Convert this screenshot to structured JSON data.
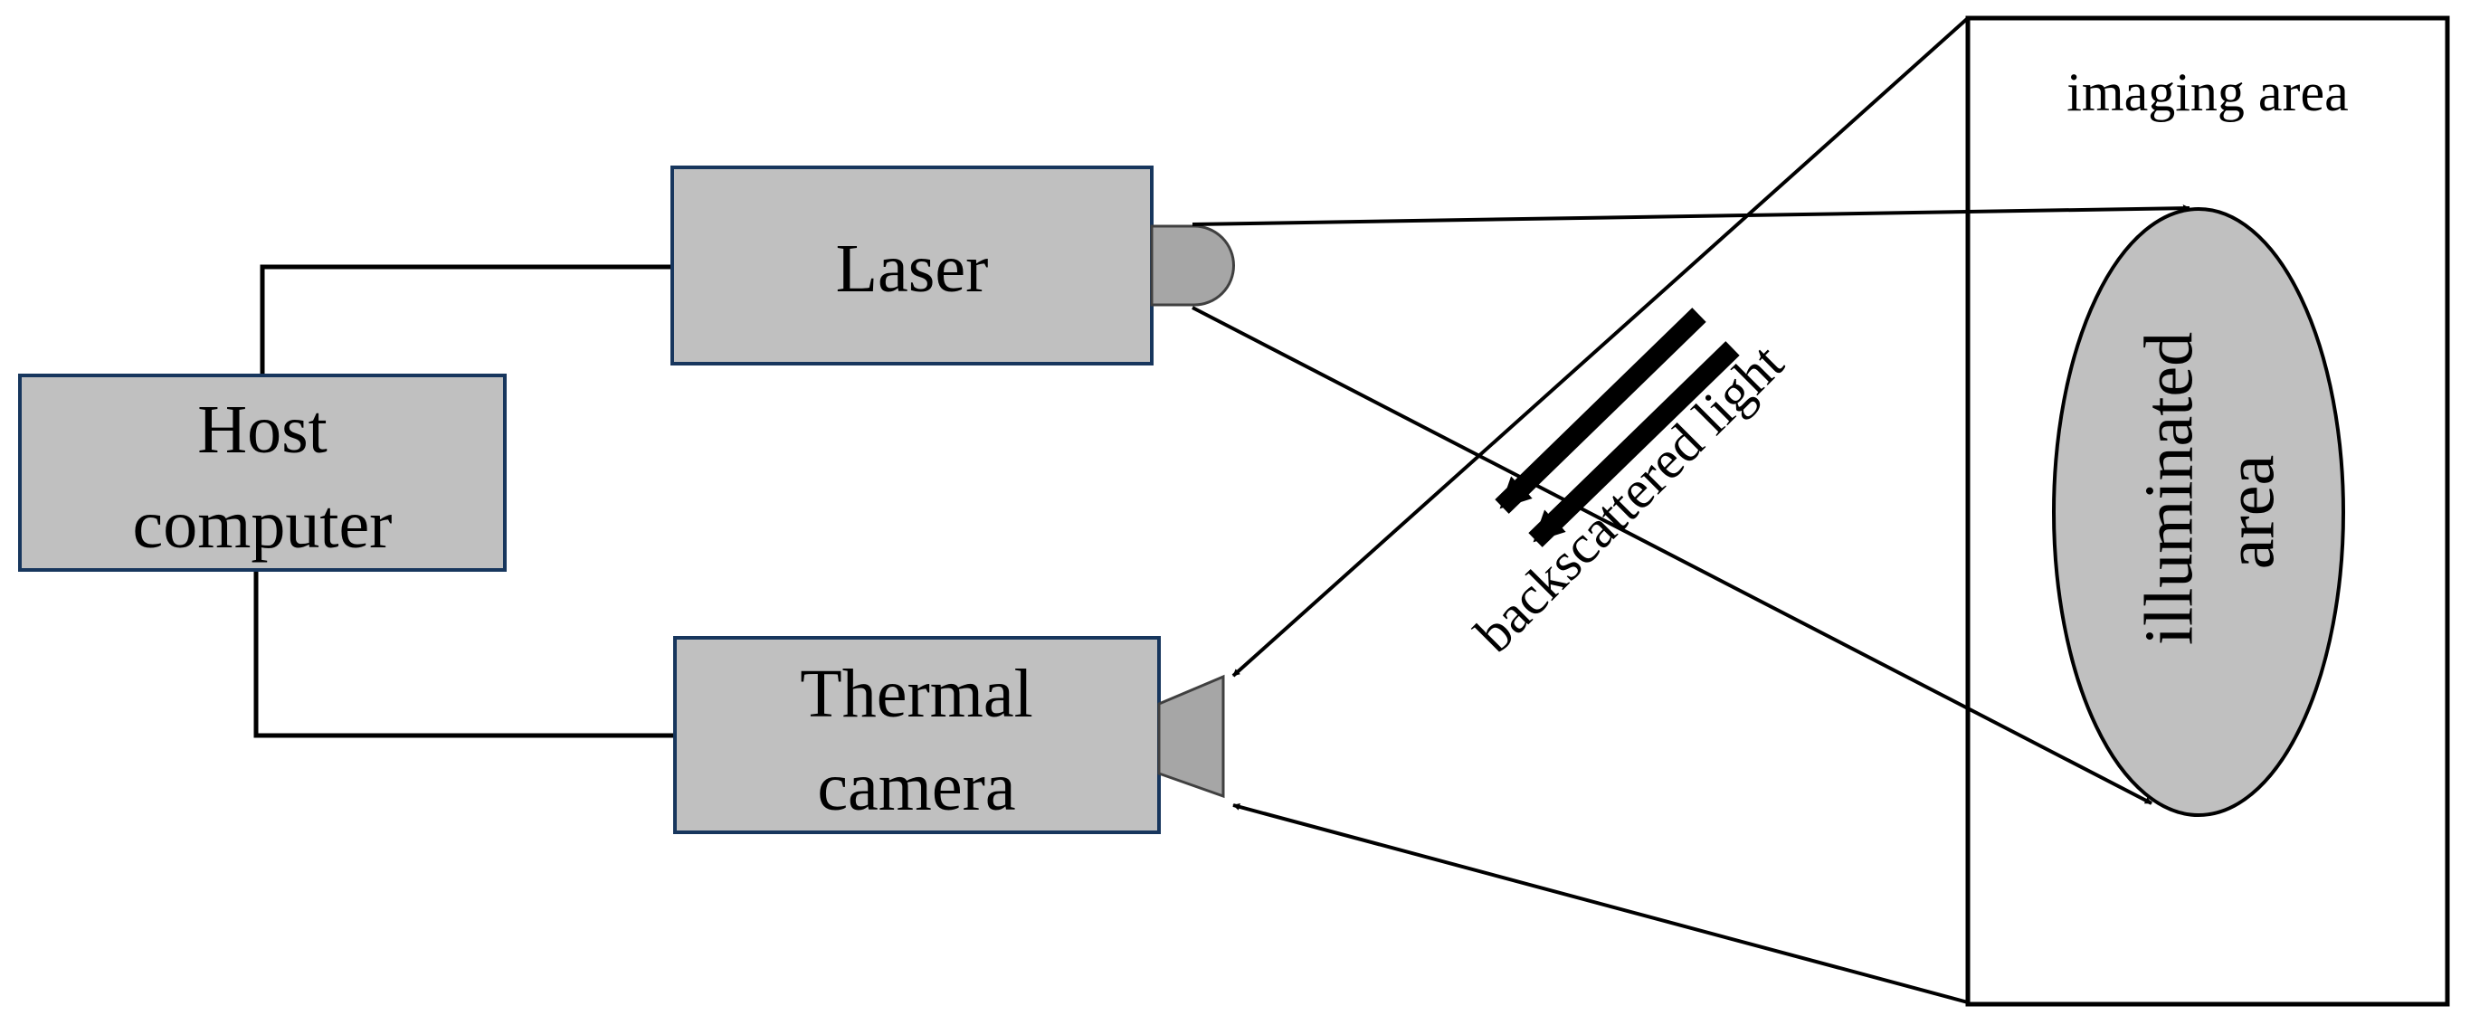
{
  "nodes": {
    "host": {
      "line1": "Host",
      "line2": "computer"
    },
    "laser": {
      "label": "Laser"
    },
    "thermal": {
      "line1": "Thermal",
      "line2": "camera"
    }
  },
  "imaging_area": {
    "label": "imaging area"
  },
  "illuminated_area": {
    "line1": "illuminated",
    "line2": "area"
  },
  "backscatter": {
    "label": "backscattered light"
  },
  "colors": {
    "box_fill": "#c0c0c0",
    "box_stroke": "#17365d",
    "device_fill": "#a6a6a6",
    "ink": "#000000"
  }
}
